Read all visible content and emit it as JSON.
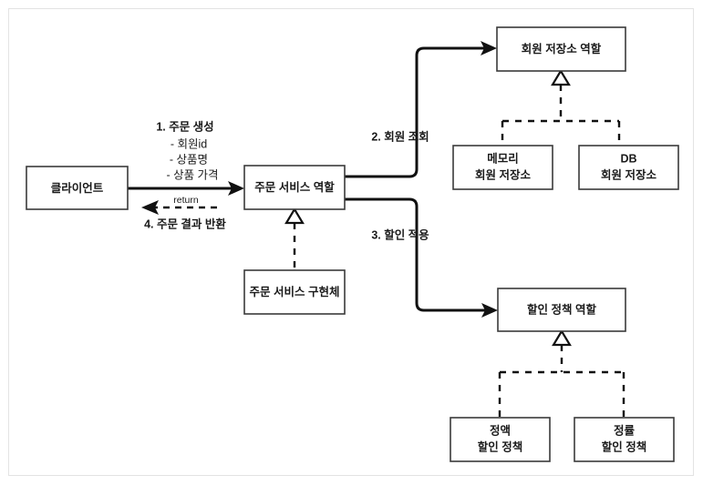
{
  "diagram": {
    "title": "Order service role diagram",
    "background_color": "#ffffff",
    "frame_border_color": "#e3e3e3",
    "line_color": "#111111",
    "box_border_color": "#3a3a3a",
    "text_color": "#1a1a1a"
  },
  "boxes": {
    "client": {
      "label": "클라이언트"
    },
    "order_service_role": {
      "label": "주문 서비스 역할"
    },
    "order_service_impl": {
      "label": "주문 서비스 구현체"
    },
    "member_repository_role": {
      "label": "회원 저장소 역할"
    },
    "memory_member_repository": {
      "line1": "메모리",
      "line2": "회원 저장소"
    },
    "db_member_repository": {
      "line1": "DB",
      "line2": "회원 저장소"
    },
    "discount_policy_role": {
      "label": "할인 정책 역할"
    },
    "fix_discount_policy": {
      "line1": "정액",
      "line2": "할인 정책"
    },
    "rate_discount_policy": {
      "line1": "정률",
      "line2": "할인 정책"
    }
  },
  "flows": {
    "step1": {
      "title": "1. 주문 생성",
      "details": [
        "- 회원id",
        "- 상품명",
        "- 상품 가격"
      ]
    },
    "step4": {
      "return_tag": "return",
      "title": "4. 주문 결과 반환"
    },
    "step2": {
      "title": "2. 회원 조회"
    },
    "step3": {
      "title": "3. 할인 적용"
    }
  }
}
